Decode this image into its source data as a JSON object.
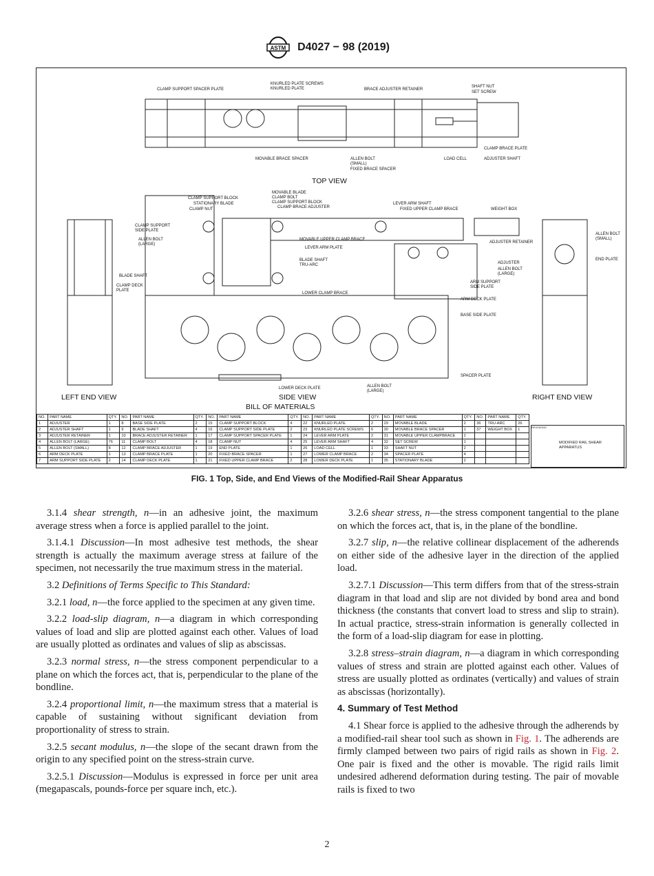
{
  "header": {
    "doc_number": "D4027 − 98 (2019)"
  },
  "figure": {
    "caption": "FIG. 1 Top, Side, and End Views of the Modified-Rail Shear Apparatus",
    "views": {
      "top": "TOP VIEW",
      "side": "SIDE VIEW",
      "left_end": "LEFT END VIEW",
      "right_end": "RIGHT END VIEW",
      "bom_title": "BILL OF MATERIALS"
    },
    "callouts": {
      "clamp_support_spacer_plate": "CLAMP SUPPORT SPACER PLATE",
      "knurled_plate_screws": "KNURLED PLATE SCREWS",
      "knurled_plate": "KNURLED PLATE",
      "brace_adjuster_retainer": "BRACE ADJUSTER RETAINER",
      "shaft_nut": "SHAFT NUT",
      "set_screw": "SET SCREW",
      "clamp_brace_plate": "CLAMP BRACE PLATE",
      "adjuster_shaft": "ADJUSTER SHAFT",
      "load_cell": "LOAD CELL",
      "movable_brace_spacer": "MOVABLE BRACE SPACER",
      "allen_bolt_small": "ALLEN BOLT",
      "small": "(SMALL)",
      "fixed_brace_spacer": "FIXED BRACE SPACER",
      "clamp_support_block": "CLAMP SUPPORT BLOCK",
      "stationary_blade": "STATIONARY BLADE",
      "clamp_nut": "CLAMP NUT",
      "movable_blade": "MOVABLE BLADE",
      "clamp_bolt": "CLAMP BOLT",
      "clamp_support_block2": "CLAMP SUPPORT BLOCK",
      "clamp_brace_adjuster": "CLAMP BRACE ADJUSTER",
      "lever_arm_shaft": "LEVER ARM SHAFT",
      "fixed_upper_clamp_brace": "FIXED UPPER CLAMP BRACE",
      "weight_box": "WEIGHT BOX",
      "clamp_support_side_plate_1": "CLAMP SUPPORT",
      "clamp_support_side_plate_2": "SIDE PLATE",
      "allen_bolt_large_1": "ALLEN BOLT",
      "large": "(LARGE)",
      "movable_upper_clamp_brace": "MOVABLE UPPER CLAMP BRACE",
      "lever_arm_plate": "LEVER ARM PLATE",
      "adjuster_retainer": "ADJUSTER RETAINER",
      "blade_shaft": "BLADE SHAFT",
      "tru_arc": "TRU-ARC",
      "adjuster": "ADJUSTER",
      "allen_bolt": "ALLEN BOLT",
      "clamp_deck": "CLAMP DECK",
      "plate": "PLATE",
      "lower_clamp_brace": "LOWER CLAMP BRACE",
      "arm_support": "ARM SUPPORT",
      "side_plate": "SIDE PLATE",
      "arm_deck_plate": "ARM DECK PLATE",
      "base_side_plate": "BASE SIDE PLATE",
      "spacer_plate": "SPACER PLATE",
      "lower_deck_plate": "LOWER DECK PLATE",
      "end_plate": "END PLATE"
    },
    "bom_headers": [
      "NO.",
      "PART NAME",
      "QTY."
    ],
    "bom_rows": [
      [
        [
          "1",
          "ADJUSTER",
          "1"
        ],
        [
          "8",
          "BASE SIDE PLATE",
          "2"
        ],
        [
          "15",
          "CLAMP SUPPORT BLOCK",
          "4"
        ],
        [
          "22",
          "KNURLED PLATE",
          "2"
        ],
        [
          "29",
          "MOVABLE BLADE",
          "2"
        ],
        [
          "36",
          "TRU-ARC",
          "26"
        ]
      ],
      [
        [
          "2",
          "ADJUSTER SHAFT",
          "1"
        ],
        [
          "9",
          "BLADE SHAFT",
          "4"
        ],
        [
          "16",
          "CLAMP SUPPORT SIDE PLATE",
          "2"
        ],
        [
          "23",
          "KNURLED PLATE SCREWS",
          "6"
        ],
        [
          "30",
          "MOVABLE BRACE SPACER",
          "1"
        ],
        [
          "37",
          "WEIGHT BOX",
          "1"
        ]
      ],
      [
        [
          "3",
          "ADJUSTER RETAINER",
          "1"
        ],
        [
          "10",
          "BRACE ADJUSTER RETAINER",
          "1"
        ],
        [
          "17",
          "CLAMP SUPPORT SPACER PLATE",
          "1"
        ],
        [
          "24",
          "LEVER ARM PLATE",
          "2"
        ],
        [
          "31",
          "MOVABLE UPPER CLAMPBRACE",
          "2"
        ],
        [
          "",
          "",
          " "
        ]
      ],
      [
        [
          "4",
          "ALLEN BOLT (LARGE)",
          "76"
        ],
        [
          "11",
          "CLAMP BOLT",
          "4"
        ],
        [
          "18",
          "CLAMP NUT",
          "4"
        ],
        [
          "25",
          "LEVER ARM SHAFT",
          "4"
        ],
        [
          "32",
          "SET SCREW",
          "1"
        ],
        [
          "",
          "",
          ""
        ]
      ],
      [
        [
          "5",
          "ALLEN BOLT (SMALL)",
          "8"
        ],
        [
          "12",
          "CLAMP BRACE ADJUSTER",
          "1"
        ],
        [
          "19",
          "END PLATE",
          "1"
        ],
        [
          "26",
          "LOAD CELL",
          "1"
        ],
        [
          "33",
          "SHAFT NUT",
          "2"
        ],
        [
          "",
          "",
          ""
        ]
      ],
      [
        [
          "6",
          "ARM DECK PLATE",
          "1"
        ],
        [
          "13",
          "CLAMP BRACE PLATE",
          "1"
        ],
        [
          "20",
          "FIXED BRACE SPACER",
          "1"
        ],
        [
          "27",
          "LOWER CLAMP BRACE",
          "2"
        ],
        [
          "34",
          "SPACER PLATE",
          "4"
        ],
        [
          "",
          "",
          ""
        ]
      ],
      [
        [
          "7",
          "ARM SUPPORT SIDE PLATE",
          "2"
        ],
        [
          "14",
          "CLAMP DECK PLATE",
          "1"
        ],
        [
          "21",
          "FIXED UPPER CLAMP BRACE",
          "2"
        ],
        [
          "28",
          "LOWER DECK PLATE",
          "1"
        ],
        [
          "35",
          "STATIONARY BLADE",
          "2"
        ],
        [
          "",
          "",
          ""
        ]
      ]
    ],
    "title_block": {
      "title_line1": "MODIFIED RAIL SHEAR",
      "title_line2": "APPARATUS",
      "revisions": "REVISIONS"
    }
  },
  "left_column": {
    "p1_num": "3.1.4",
    "p1_term": "shear strength, n",
    "p1_text": "—in an adhesive joint, the maximum average stress when a force is applied parallel to the joint.",
    "p2_num": "3.1.4.1",
    "p2_term": "Discussion",
    "p2_text": "—In most adhesive test methods, the shear strength is actually the maximum average stress at failure of the specimen, not necessarily the true maximum stress in the material.",
    "p3_num": "3.2",
    "p3_term": "Definitions of Terms Specific to This Standard:",
    "p4_num": "3.2.1",
    "p4_term": "load, n",
    "p4_text": "—the force applied to the specimen at any given time.",
    "p5_num": "3.2.2",
    "p5_term": "load-slip diagram, n",
    "p5_text": "—a diagram in which corresponding values of load and slip are plotted against each other. Values of load are usually plotted as ordinates and values of slip as abscissas.",
    "p6_num": "3.2.3",
    "p6_term": "normal stress, n",
    "p6_text": "—the stress component perpendicular to a plane on which the forces act, that is, perpendicular to the plane of the bondline.",
    "p7_num": "3.2.4",
    "p7_term": "proportional limit, n",
    "p7_text": "—the maximum stress that a material is capable of sustaining without significant deviation from proportionality of stress to strain.",
    "p8_num": "3.2.5",
    "p8_term": "secant modulus, n",
    "p8_text": "—the slope of the secant drawn from the origin to any specified point on the stress-strain curve.",
    "p9_num": "3.2.5.1",
    "p9_term": "Discussion",
    "p9_text": "—Modulus is expressed in force per unit area (megapascals, pounds-force per square inch, etc.)."
  },
  "right_column": {
    "p1_num": "3.2.6",
    "p1_term": "shear stress, n",
    "p1_text": "—the stress component tangential to the plane on which the forces act, that is, in the plane of the bondline.",
    "p2_num": "3.2.7",
    "p2_term": "slip, n",
    "p2_text": "—the relative collinear displacement of the adherends on either side of the adhesive layer in the direction of the applied load.",
    "p3_num": "3.2.7.1",
    "p3_term": "Discussion",
    "p3_text": "—This term differs from that of the stress-strain diagram in that load and slip are not divided by bond area and bond thickness (the constants that convert load to stress and slip to strain). In actual practice, stress-strain information is generally collected in the form of a load-slip diagram for ease in plotting.",
    "p4_num": "3.2.8",
    "p4_term": "stress–strain diagram, n",
    "p4_text": "—a diagram in which corresponding values of stress and strain are plotted against each other. Values of stress are usually plotted as ordinates (vertically) and values of strain as abscissas (horizontally).",
    "heading": "4. Summary of Test Method",
    "p5_a": "4.1 Shear force is applied to the adhesive through the adherends by a modified-rail shear tool such as shown in ",
    "p5_link1": "Fig. 1",
    "p5_b": ". The adherends are firmly clamped between two pairs of rigid rails as shown in ",
    "p5_link2": "Fig. 2",
    "p5_c": ". One pair is fixed and the other is movable. The rigid rails limit undesired adherend deformation during testing. The pair of movable rails is fixed to two"
  },
  "footer": {
    "page_number": "2"
  }
}
